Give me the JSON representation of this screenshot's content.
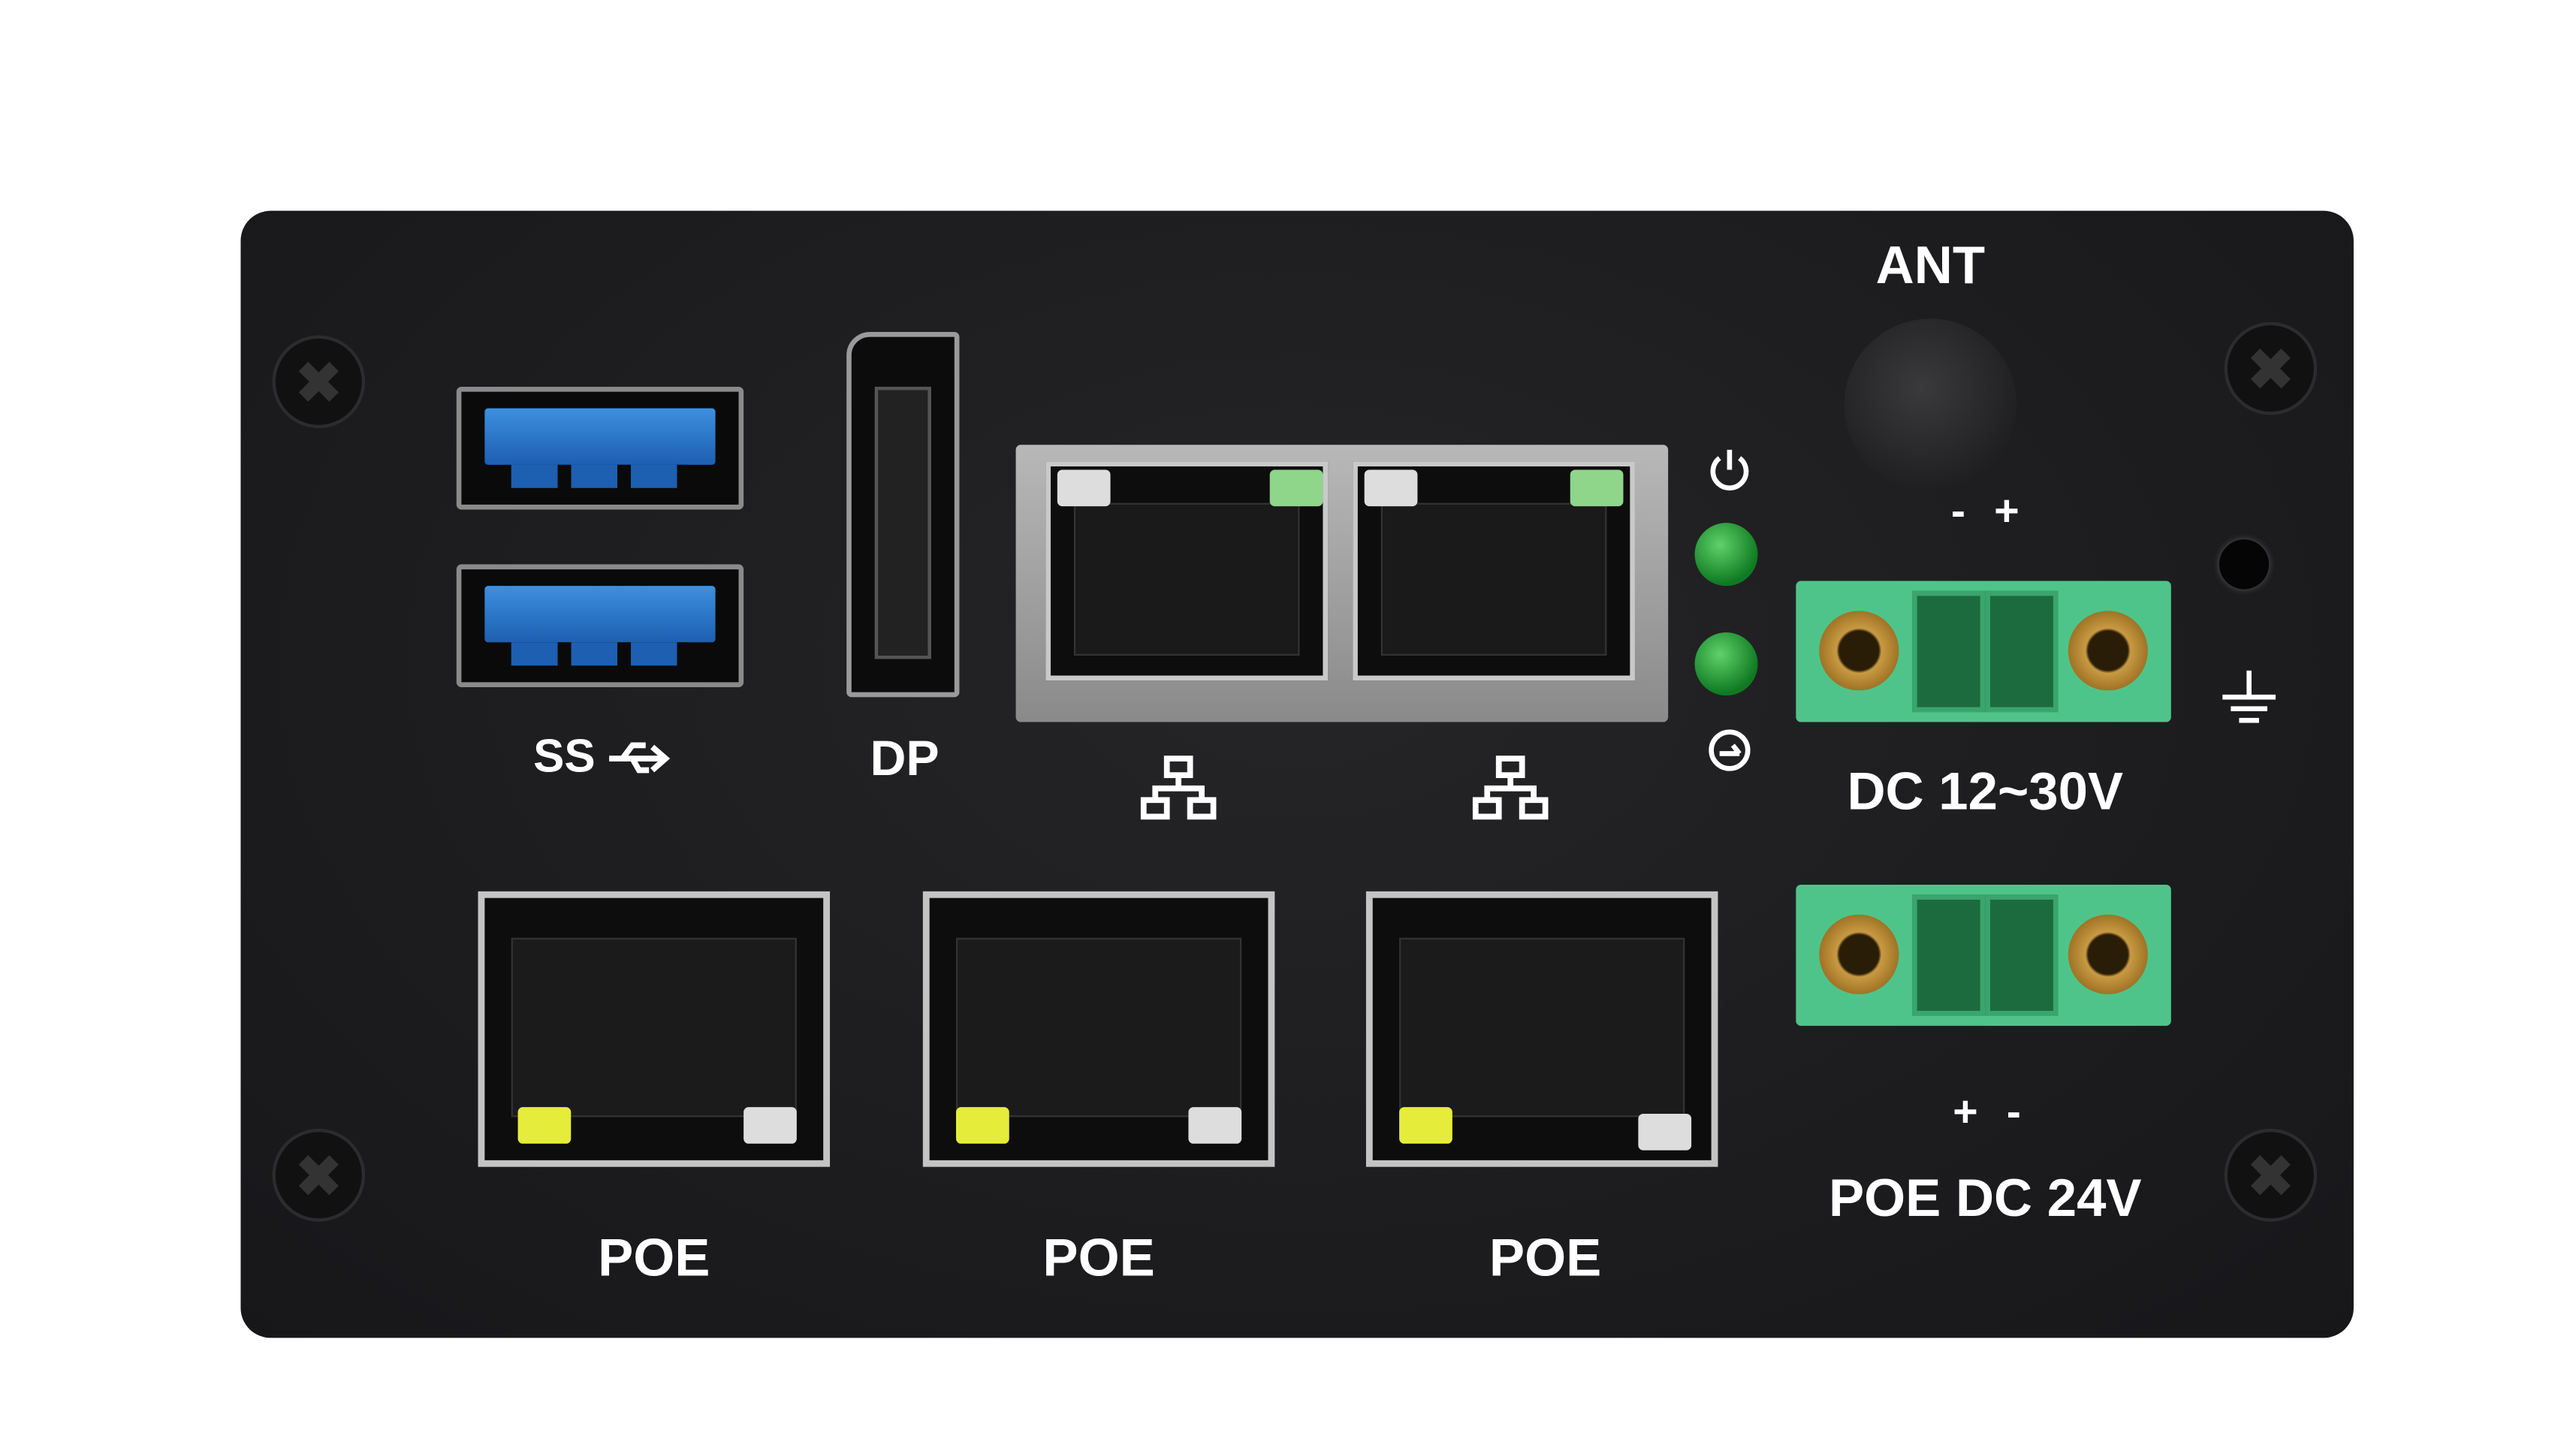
{
  "labels": {
    "usb": "SS",
    "dp": "DP",
    "antenna": "ANT",
    "dc_polarity": "-  +",
    "dc_input": "DC 12~30V",
    "poe_polarity": "+  -",
    "poe_input": "POE DC 24V",
    "poe_ports": [
      "POE",
      "POE",
      "POE"
    ]
  },
  "icons": {
    "usb": "usb-superspeed-icon",
    "lan": "network-icon",
    "power": "power-icon",
    "hdd": "hdd-activity-icon",
    "ground": "ground-icon"
  },
  "colors": {
    "panel": "#1c1c1e",
    "usb_insert": "#2f7fd4",
    "terminal_block": "#4fc48a",
    "status_led": "#1f9a35",
    "label_text": "#ffffff"
  }
}
